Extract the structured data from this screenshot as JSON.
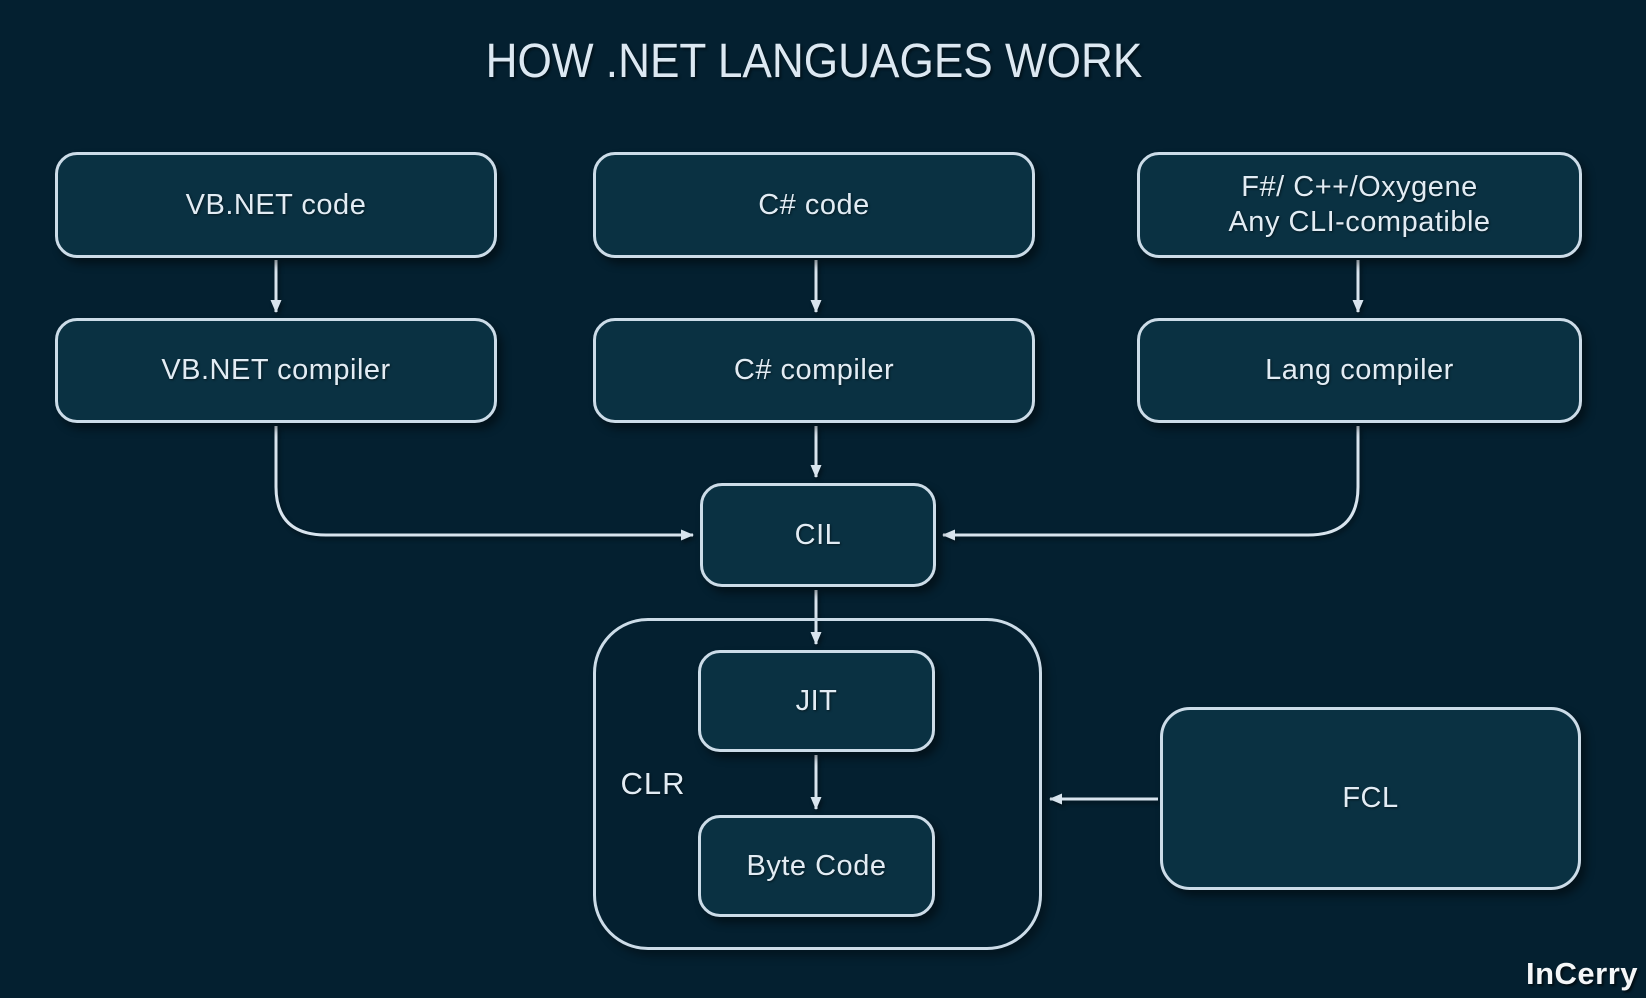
{
  "title": "HOW .NET LANGUAGES WORK",
  "watermark": "InCerry",
  "colors": {
    "background": "#042030",
    "box-fill": "#0a3142",
    "box-border": "#ccdce8",
    "text": "#e2ecf4",
    "arrow": "#d8e4ee",
    "title": "#dce8f2",
    "watermark": "#f4f6f8"
  },
  "nodes": {
    "vbnet_code": {
      "label": "VB.NET code"
    },
    "csharp_code": {
      "label": "C# code"
    },
    "cli_code": {
      "line1": "F#/ C++/Oxygene",
      "line2": "Any CLI-compatible"
    },
    "vbnet_compiler": {
      "label": "VB.NET compiler"
    },
    "csharp_compiler": {
      "label": "C# compiler"
    },
    "lang_compiler": {
      "label": "Lang compiler"
    },
    "cil": {
      "label": "CIL"
    },
    "clr": {
      "label": "CLR"
    },
    "jit": {
      "label": "JIT"
    },
    "byte_code": {
      "label": "Byte Code"
    },
    "fcl": {
      "label": "FCL"
    }
  }
}
